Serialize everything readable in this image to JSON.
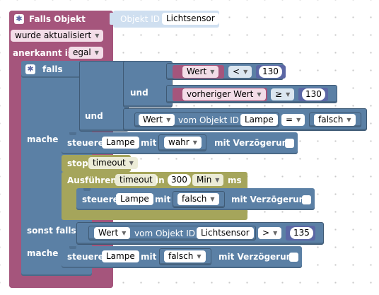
{
  "trigger": {
    "title": "Falls Objekt",
    "object_label": "Objekt ID",
    "object_value": "Lichtsensor",
    "condition_value": "wurde aktualisiert",
    "ack_label": "anerkannt ist",
    "ack_value": "egal"
  },
  "if_block": {
    "falls_label": "falls",
    "and_label_inner": "und",
    "and_label_outer": "und",
    "cond1": {
      "left": "Wert",
      "op": "<",
      "right": "130"
    },
    "cond2": {
      "left": "vorheriger Wert",
      "op": "≥",
      "right": "130"
    },
    "cond3": {
      "prop": "Wert",
      "from_label": "vom Objekt ID",
      "object": "Lampe",
      "op": "=",
      "right": "falsch"
    },
    "mache_label": "mache",
    "else_if_label": "sonst falls",
    "mache2_label": "mache"
  },
  "set1": {
    "label": "steuere",
    "object": "Lampe",
    "with": "mit",
    "value": "wahr",
    "delay_label": "mit Verzögerung"
  },
  "stop": {
    "label": "stop",
    "timer": "timeout"
  },
  "timeout_block": {
    "label": "Ausführen",
    "timer": "timeout",
    "in_label": "in",
    "amount": "300",
    "unit": "Min",
    "unit_suffix": "ms"
  },
  "set2": {
    "label": "steuere",
    "object": "Lampe",
    "with": "mit",
    "value": "falsch",
    "delay_label": "mit Verzögerung"
  },
  "cond4": {
    "prop": "Wert",
    "from_label": "vom Objekt ID",
    "object": "Lichtsensor",
    "op": ">",
    "right": "135"
  },
  "set3": {
    "label": "steuere",
    "object": "Lampe",
    "with": "mit",
    "value": "falsch",
    "delay_label": "mit Verzögerung"
  },
  "colors": {
    "trigger": "#a5557c",
    "logic": "#5b80a5",
    "timer": "#a5a55b",
    "math": "#5b67a5"
  },
  "icons": [
    "gear-icon",
    "dropdown-arrow-icon",
    "checkbox"
  ]
}
